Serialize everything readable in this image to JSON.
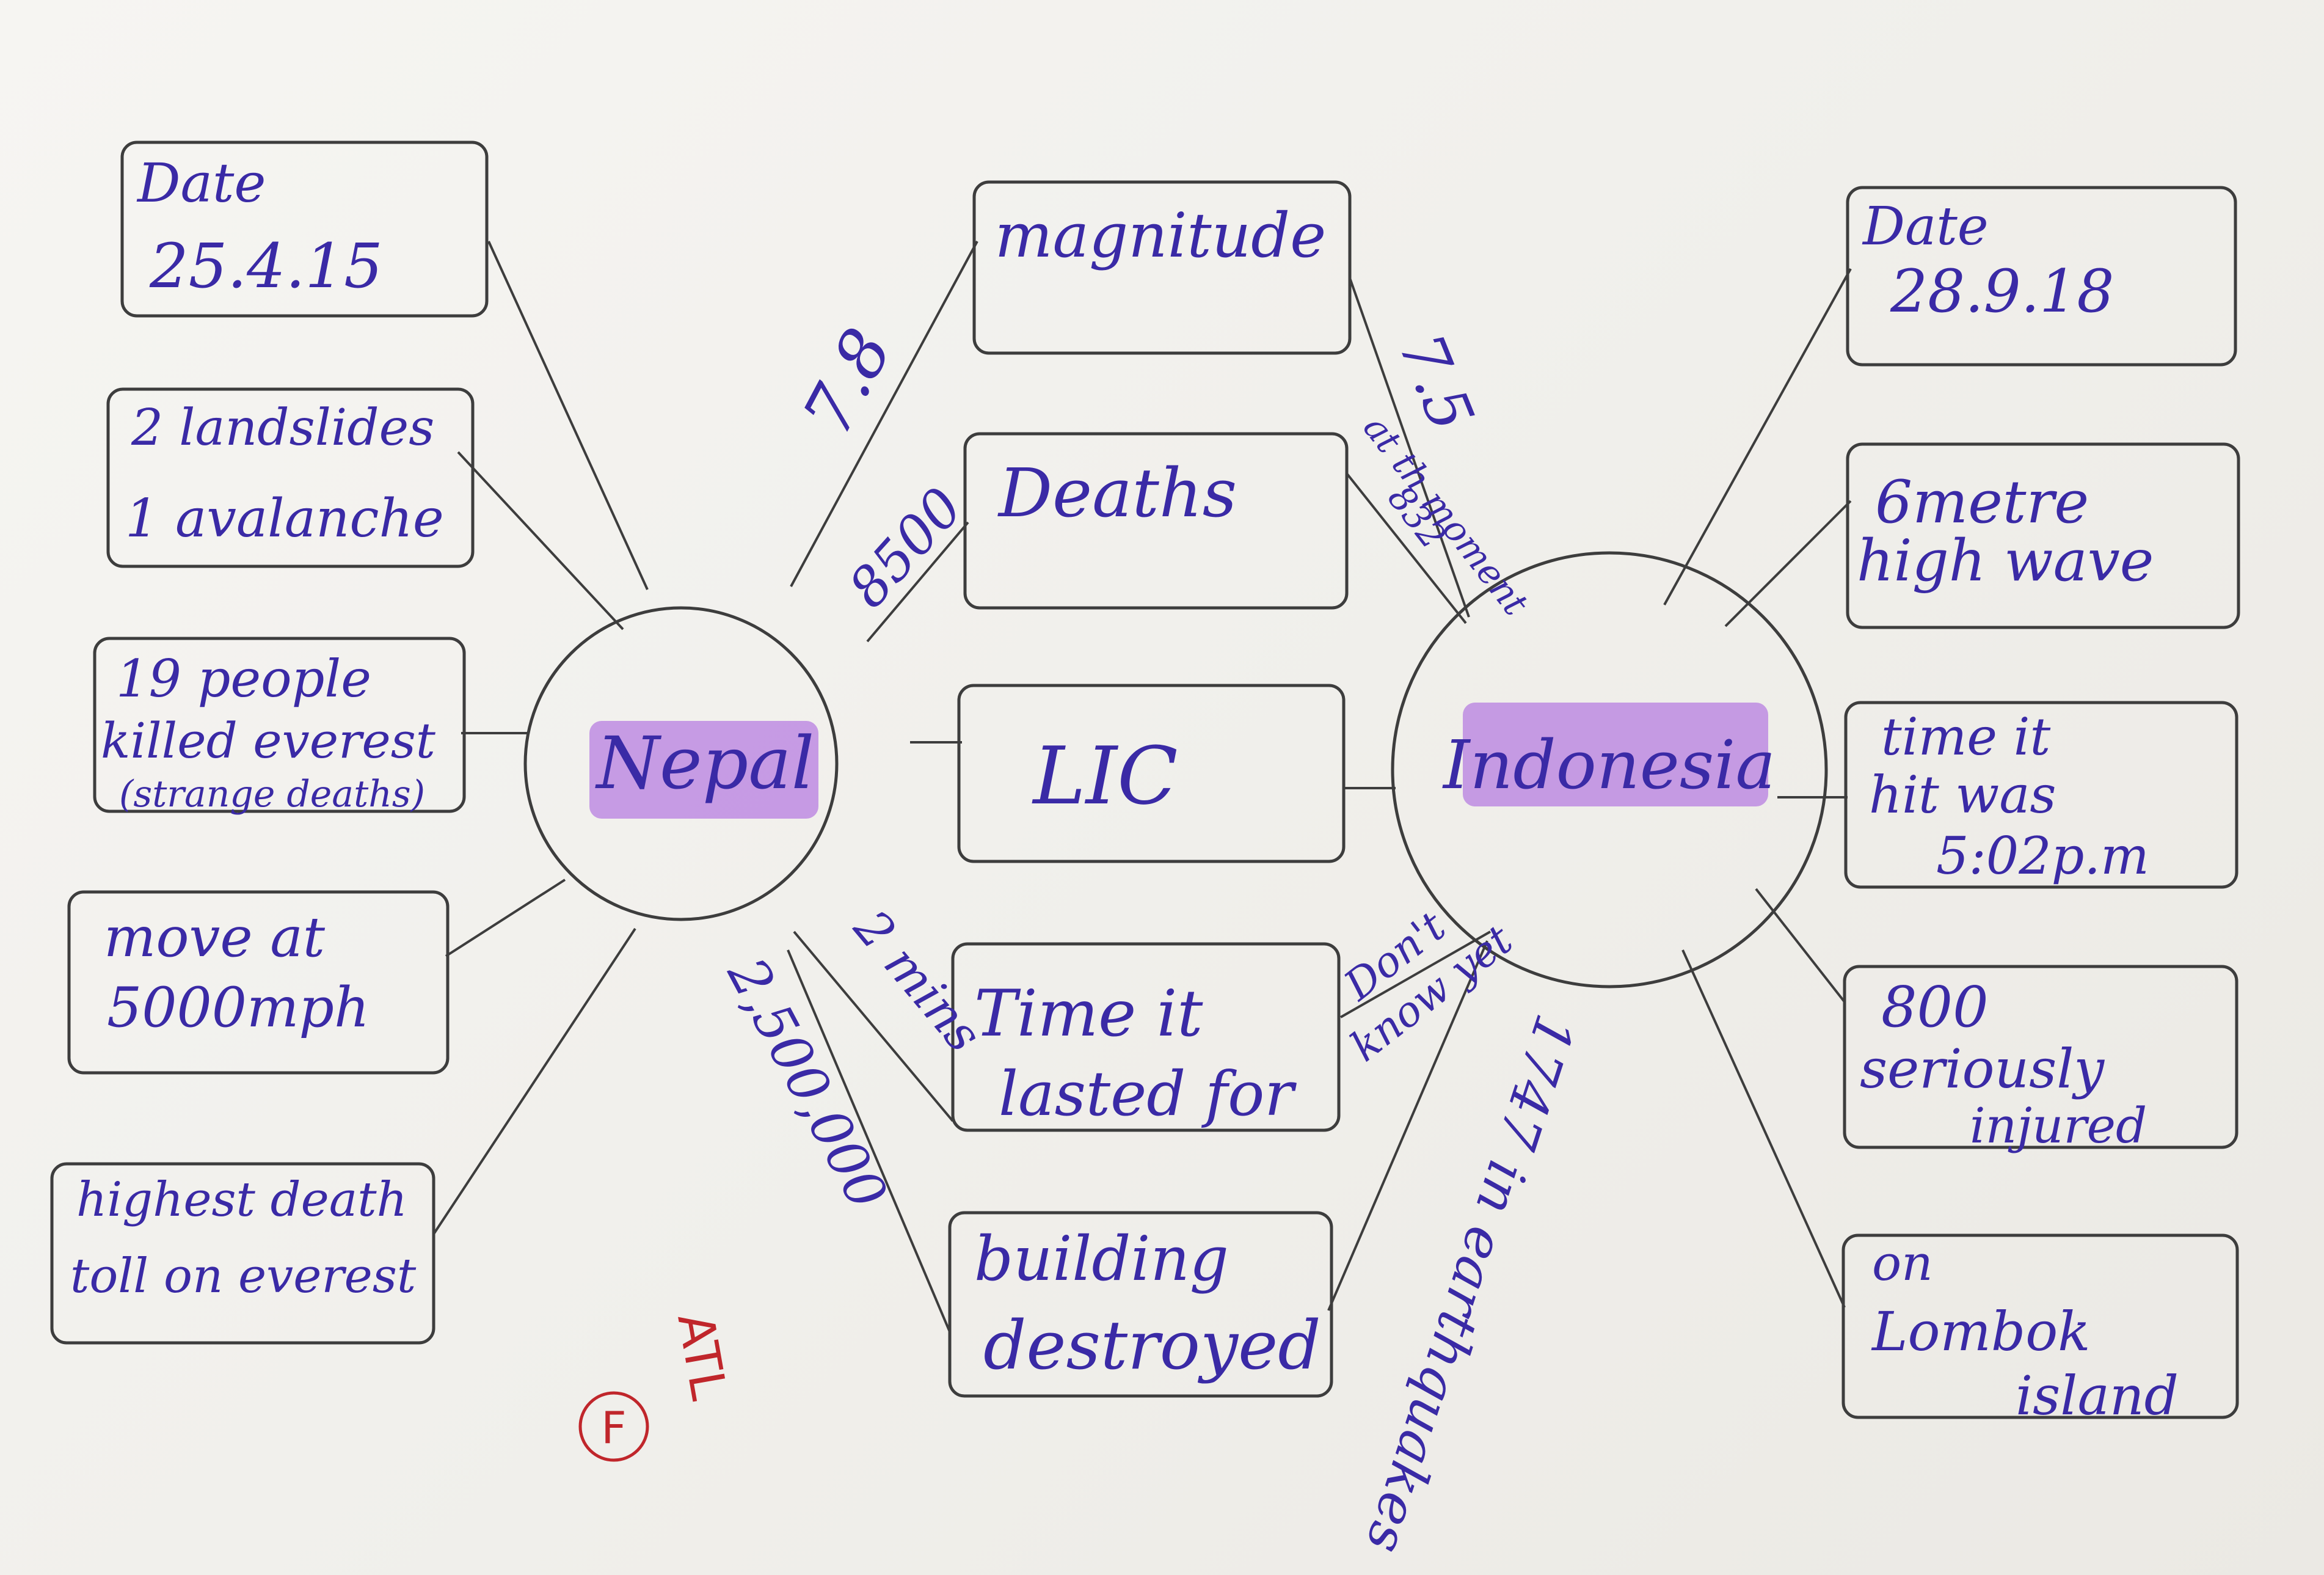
{
  "center_left": {
    "label": "Nepal"
  },
  "center_right": {
    "label": "Indonesia"
  },
  "middle": [
    {
      "label_lines": [
        "magnitude"
      ],
      "left_value": "7.8",
      "right_value": "7.5"
    },
    {
      "label_lines": [
        "Deaths"
      ],
      "left_value": "8500",
      "right_value_lines": [
        "at th moment",
        "832"
      ]
    },
    {
      "label_lines": [
        "LIC"
      ]
    },
    {
      "label_lines": [
        "Time it",
        "lasted for"
      ],
      "left_value": "2 mins",
      "right_value_lines": [
        "Don't",
        "know yet"
      ]
    },
    {
      "label_lines": [
        "building",
        "destroyed"
      ],
      "left_value": "2,500,000",
      "right_value": "1747 in earthquakes"
    }
  ],
  "left": [
    {
      "lines": [
        "Date",
        "25.4.15"
      ]
    },
    {
      "lines": [
        "2 landslides",
        "1 avalanche"
      ]
    },
    {
      "lines": [
        "19 people",
        "killed everest",
        "(strange deaths)"
      ]
    },
    {
      "lines": [
        "move at",
        "5000mph"
      ]
    },
    {
      "lines": [
        "highest death",
        "toll on everest"
      ]
    }
  ],
  "right": [
    {
      "lines": [
        "Date",
        "28.9.18"
      ]
    },
    {
      "lines": [
        "6metre",
        "high wave"
      ]
    },
    {
      "lines": [
        "time it",
        "hit was",
        "5:02p.m"
      ]
    },
    {
      "lines": [
        "800",
        "seriously",
        "injured"
      ]
    },
    {
      "lines": [
        "on",
        "Lombok",
        "island"
      ]
    }
  ],
  "marking": {
    "text": "ATL",
    "circle_letter": "F"
  },
  "colors": {
    "ink": "#3a2aa6",
    "highlight": "#b77de0",
    "pencil": "#3d3d3d",
    "red_pen": "#c0262b"
  }
}
